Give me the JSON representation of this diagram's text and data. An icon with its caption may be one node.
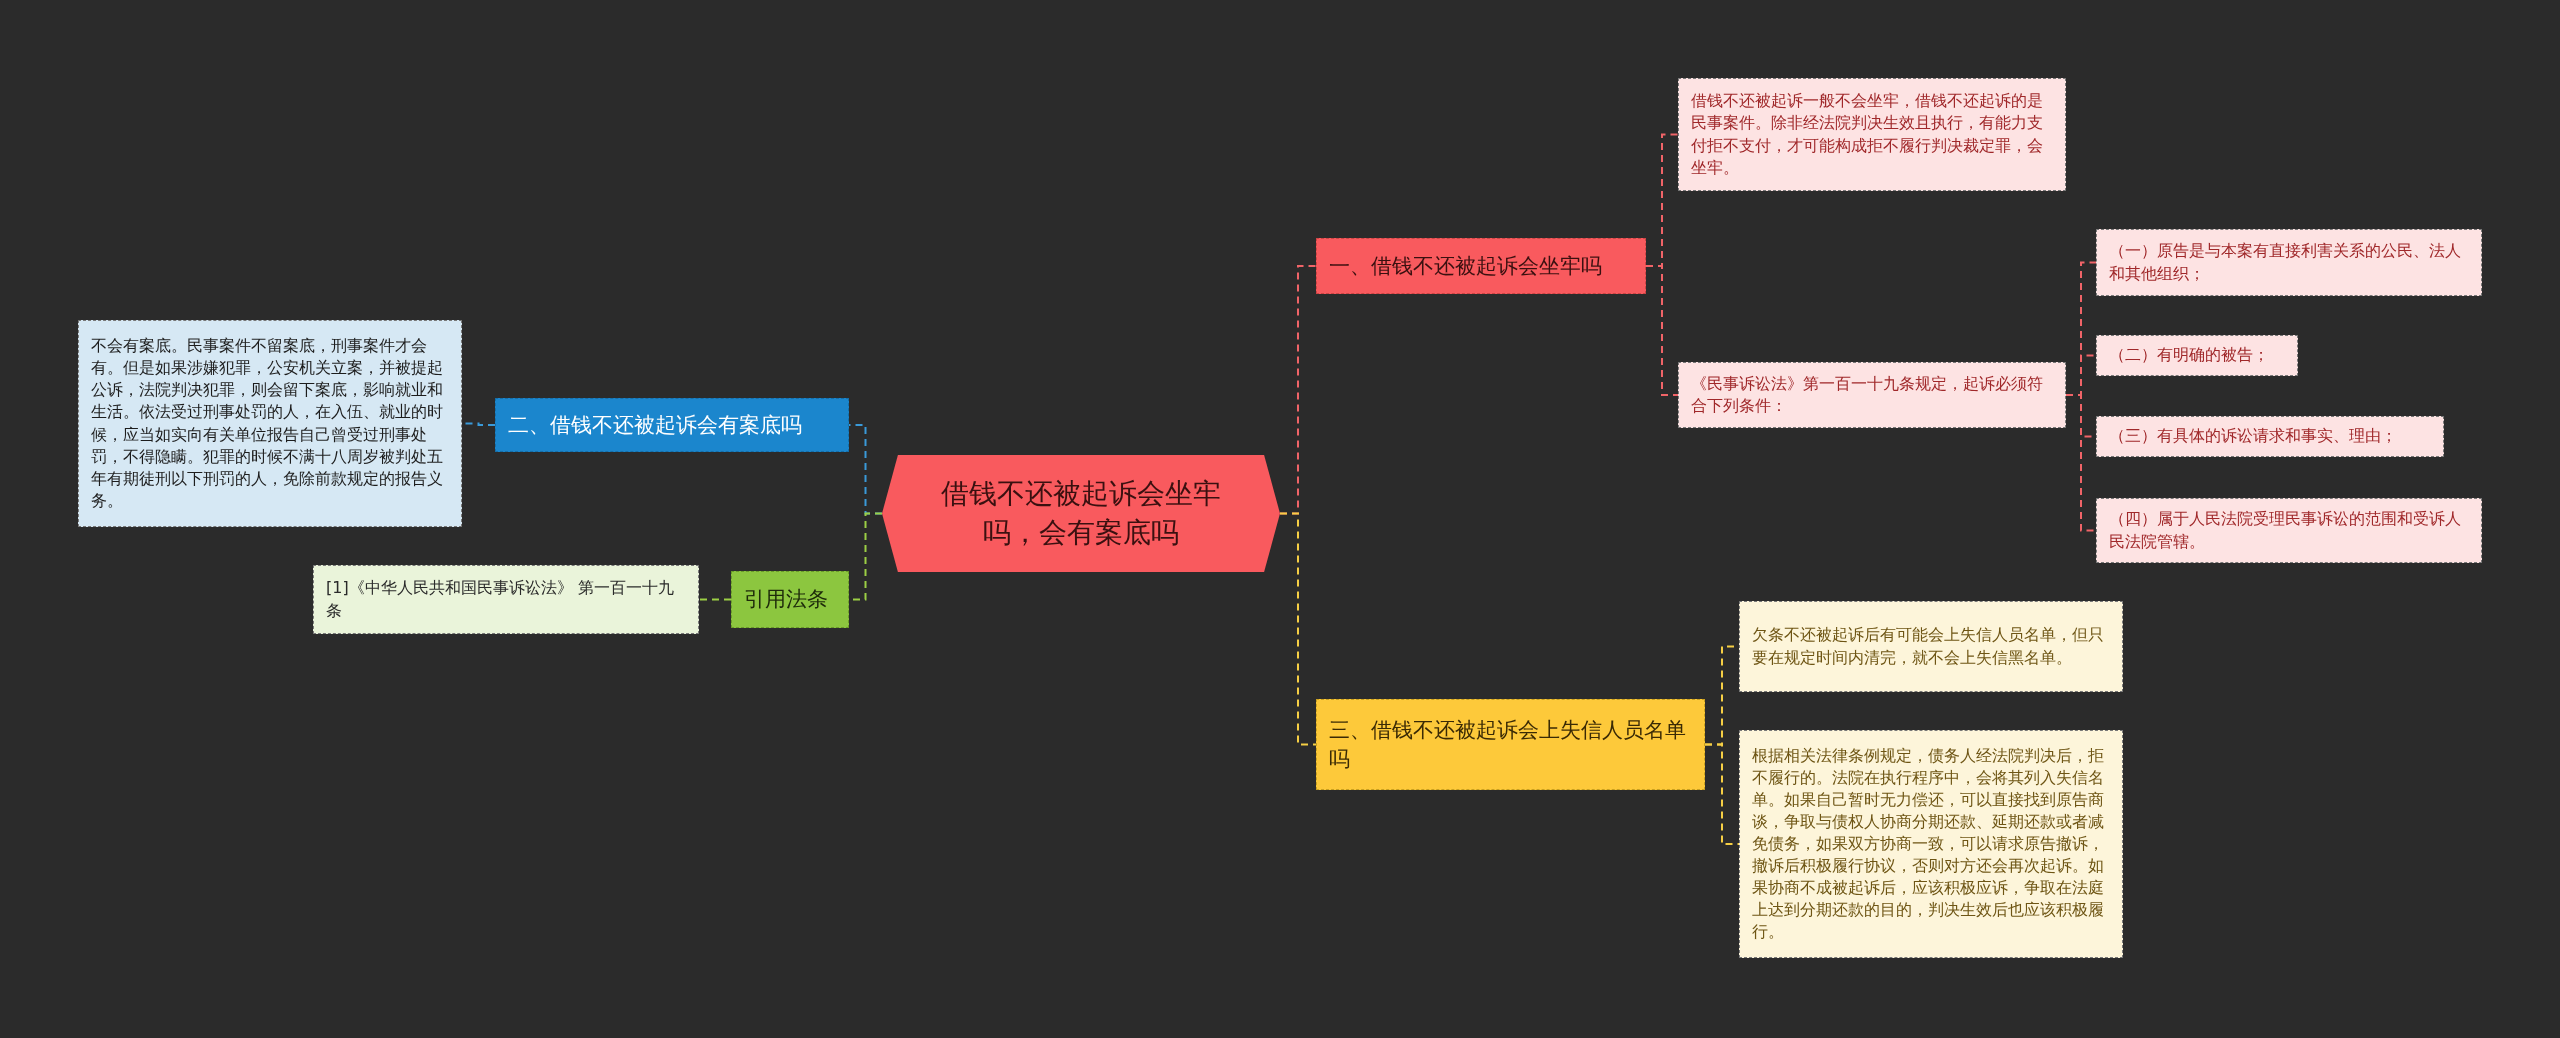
{
  "diagram": {
    "nodes": [
      {
        "text": [
          "借钱不还被起诉会坐牢吗，会有案底吗"
        ]
      },
      {
        "text": [
          "一、借钱不还被起诉会坐牢吗"
        ]
      },
      {
        "text": [
          "借钱不还被起诉一般不会坐牢，借钱不还起诉的是民事案件。除非经法院判决生效且执行，有能力支付拒不支付，才可能构成拒不履行判决裁定罪，会坐牢。"
        ]
      },
      {
        "text": [
          "《民事诉讼法》第一百一十九条规定，起诉必须符合下列条件："
        ]
      },
      {
        "text": [
          "（一）原告是与本案有直接利害关系的公民、法人和其他组织；"
        ]
      },
      {
        "text": [
          "（二）有明确的被告；"
        ]
      },
      {
        "text": [
          "（三）有具体的诉讼请求和事实、理由；"
        ]
      },
      {
        "text": [
          "（四）属于人民法院受理民事诉讼的范围和受诉人民法院管辖。"
        ]
      },
      {
        "text": [
          "三、借钱不还被起诉会上失信人员名单吗"
        ]
      },
      {
        "text": [
          "欠条不还被起诉后有可能会上失信人员名单，但只要在规定时间内清完，就不会上失信黑名单。"
        ]
      },
      {
        "text": [
          "根据相关法律条例规定，债务人经法院判决后，拒不履行的。法院在执行程序中，会将其列入失信名单。如果自己暂时无力偿还，可以直接找到原告商谈，争取与债权人协商分期还款、延期还款或者减免债务，如果双方协商一致，可以请求原告撤诉，撤诉后积极履行协议，否则对方还会再次起诉。如果协商不成被起诉后，应该积极应诉，争取在法庭上达到分期还款的目的，判决生效后也应该积极履行。"
        ]
      },
      {
        "text": [
          "二、借钱不还被起诉会有案底吗"
        ]
      },
      {
        "text": [
          "不会有案底。民事案件不留案底，刑事案件才会有。但是如果涉嫌犯罪，公安机关立案，并被提起公诉，法院判决犯罪，则会留下案底，影响就业和生活。依法受过刑事处罚的人，在入伍、就业的时候，应当如实向有关单位报告自己曾受过刑事处罚，不得隐瞒。犯罪的时候不满十八周岁被判处五年有期徒刑以下刑罚的人，免除前款规定的报告义务。"
        ]
      },
      {
        "text": [
          "引用法条"
        ]
      },
      {
        "text": [
          "[1]《中华人民共和国民事诉讼法》 第一百一十九条"
        ]
      }
    ],
    "edges": [
      {
        "from": 0,
        "to": 1,
        "arrow": "none",
        "style": "dashed",
        "color": "#f06468"
      },
      {
        "from": 1,
        "to": 2,
        "arrow": "none",
        "style": "dashed",
        "color": "#f06468"
      },
      {
        "from": 1,
        "to": 3,
        "arrow": "none",
        "style": "dashed",
        "color": "#f06468"
      },
      {
        "from": 3,
        "to": 4,
        "arrow": "none",
        "style": "dashed",
        "color": "#f06468"
      },
      {
        "from": 3,
        "to": 5,
        "arrow": "none",
        "style": "dashed",
        "color": "#f06468"
      },
      {
        "from": 3,
        "to": 6,
        "arrow": "none",
        "style": "dashed",
        "color": "#f06468"
      },
      {
        "from": 3,
        "to": 7,
        "arrow": "none",
        "style": "dashed",
        "color": "#f06468"
      },
      {
        "from": 0,
        "to": 8,
        "arrow": "none",
        "style": "dashed",
        "color": "#f6cf45"
      },
      {
        "from": 8,
        "to": 9,
        "arrow": "none",
        "style": "dashed",
        "color": "#f6cf45"
      },
      {
        "from": 8,
        "to": 10,
        "arrow": "none",
        "style": "dashed",
        "color": "#f6cf45"
      },
      {
        "from": 0,
        "to": 11,
        "arrow": "none",
        "style": "dashed",
        "color": "#3a9ad9"
      },
      {
        "from": 11,
        "to": 12,
        "arrow": "none",
        "style": "dashed",
        "color": "#3a9ad9"
      },
      {
        "from": 0,
        "to": 13,
        "arrow": "none",
        "style": "dashed",
        "color": "#9ccf45"
      },
      {
        "from": 13,
        "to": 14,
        "arrow": "none",
        "style": "dashed",
        "color": "#9ccf45"
      }
    ]
  }
}
